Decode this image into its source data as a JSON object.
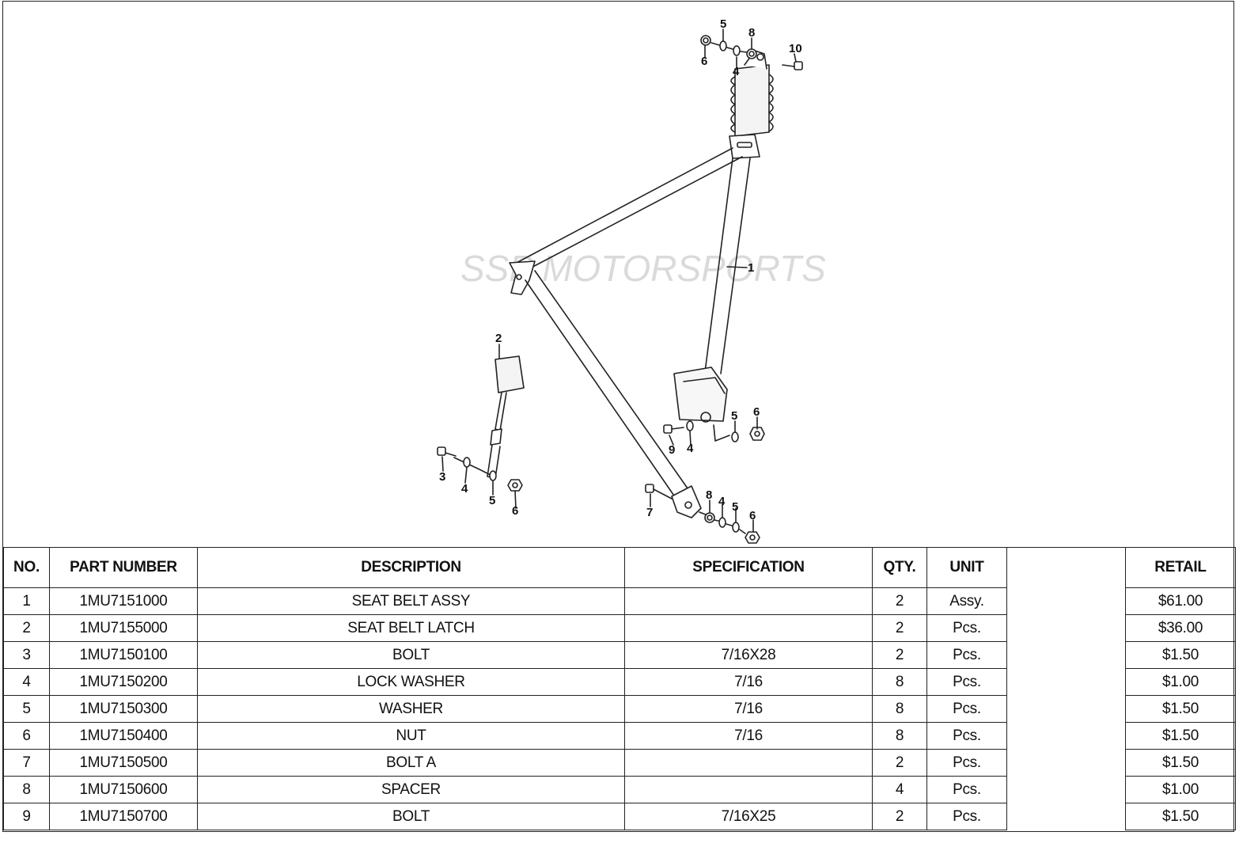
{
  "watermark": "SSP MOTORSPORTS",
  "callouts": [
    "1",
    "2",
    "3",
    "4",
    "5",
    "6",
    "7",
    "8",
    "9",
    "10"
  ],
  "table": {
    "headers": {
      "no": "NO.",
      "part_number": "PART NUMBER",
      "description": "DESCRIPTION",
      "specification": "SPECIFICATION",
      "qty": "QTY.",
      "unit": "UNIT",
      "blank": "",
      "retail": "RETAIL"
    },
    "rows": [
      {
        "no": "1",
        "part_number": "1MU7151000",
        "description": "SEAT BELT ASSY",
        "specification": "",
        "qty": "2",
        "unit": "Assy.",
        "retail": "$61.00"
      },
      {
        "no": "2",
        "part_number": "1MU7155000",
        "description": "SEAT BELT LATCH",
        "specification": "",
        "qty": "2",
        "unit": "Pcs.",
        "retail": "$36.00"
      },
      {
        "no": "3",
        "part_number": "1MU7150100",
        "description": "BOLT",
        "specification": "7/16X28",
        "qty": "2",
        "unit": "Pcs.",
        "retail": "$1.50"
      },
      {
        "no": "4",
        "part_number": "1MU7150200",
        "description": "LOCK WASHER",
        "specification": "7/16",
        "qty": "8",
        "unit": "Pcs.",
        "retail": "$1.00"
      },
      {
        "no": "5",
        "part_number": "1MU7150300",
        "description": "WASHER",
        "specification": "7/16",
        "qty": "8",
        "unit": "Pcs.",
        "retail": "$1.50"
      },
      {
        "no": "6",
        "part_number": "1MU7150400",
        "description": "NUT",
        "specification": "7/16",
        "qty": "8",
        "unit": "Pcs.",
        "retail": "$1.50"
      },
      {
        "no": "7",
        "part_number": "1MU7150500",
        "description": "BOLT A",
        "specification": "",
        "qty": "2",
        "unit": "Pcs.",
        "retail": "$1.50"
      },
      {
        "no": "8",
        "part_number": "1MU7150600",
        "description": "SPACER",
        "specification": "",
        "qty": "4",
        "unit": "Pcs.",
        "retail": "$1.00"
      },
      {
        "no": "9",
        "part_number": "1MU7150700",
        "description": "BOLT",
        "specification": "7/16X25",
        "qty": "2",
        "unit": "Pcs.",
        "retail": "$1.50"
      }
    ]
  }
}
